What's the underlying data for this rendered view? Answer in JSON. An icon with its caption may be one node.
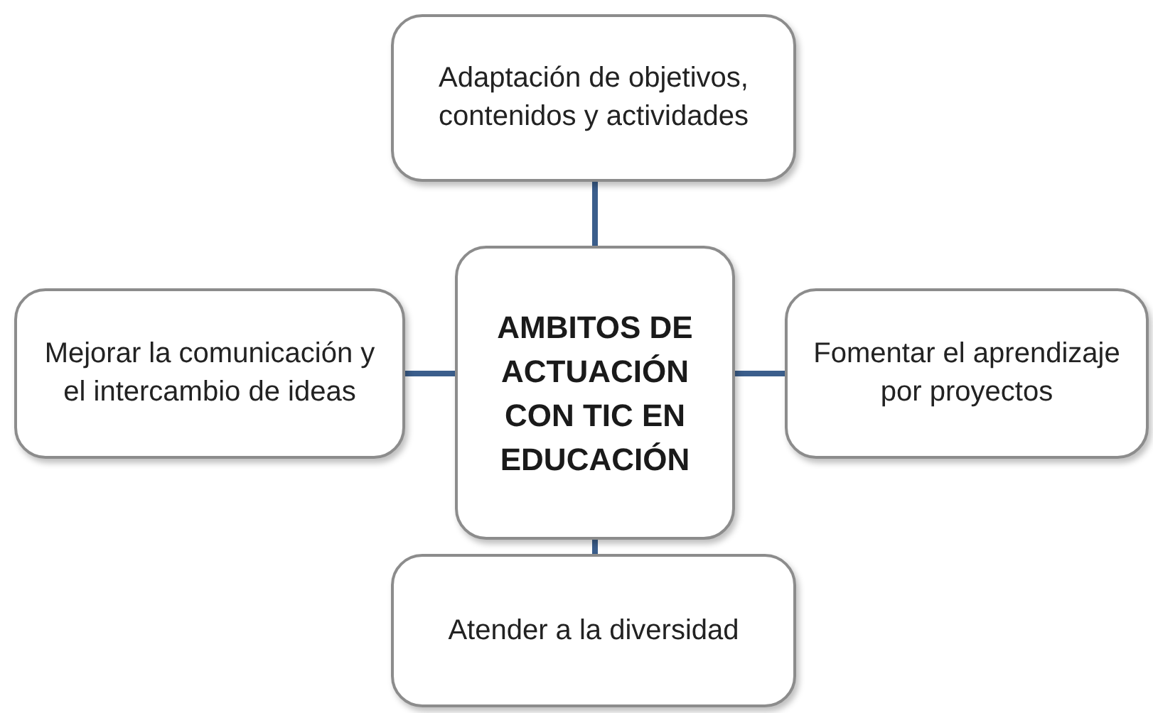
{
  "diagram": {
    "nodes": [
      {
        "text": [
          "AMBITOS DE ACTUACIÓN CON TIC EN EDUCACIÓN"
        ]
      },
      {
        "text": [
          "Adaptación de objetivos, contenidos y actividades"
        ]
      },
      {
        "text": [
          "Mejorar la comunicación y el intercambio de ideas"
        ]
      },
      {
        "text": [
          "Fomentar el aprendizaje por proyectos"
        ]
      },
      {
        "text": [
          "Atender a la diversidad"
        ]
      }
    ],
    "edges": [
      {
        "from": 0,
        "to": 1,
        "arrow": "none"
      },
      {
        "from": 0,
        "to": 2,
        "arrow": "none"
      },
      {
        "from": 0,
        "to": 3,
        "arrow": "none"
      },
      {
        "from": 0,
        "to": 4,
        "arrow": "none"
      }
    ]
  }
}
